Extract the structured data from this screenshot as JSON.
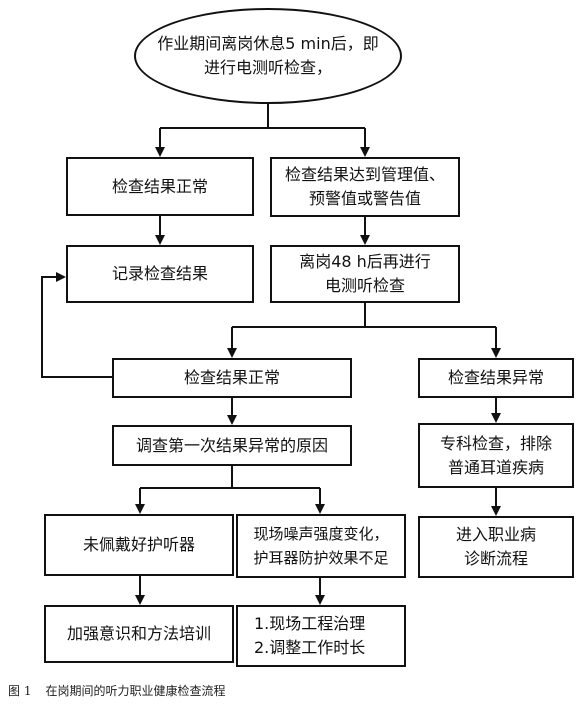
{
  "nodes": {
    "start": "作业期间离岗休息5 min后，即\n进行电测听检查，",
    "normal1": "检查结果正常",
    "reached": "检查结果达到管理值、\n预警值或警告值",
    "record": "记录检查结果",
    "recheck": "离岗48 h后再进行\n电测听检查",
    "normal2": "检查结果正常",
    "abnormal": "检查结果异常",
    "investigate": "调查第一次结果异常的原因",
    "specialist": "专科检查，排除\n普通耳道疾病",
    "no_protector": "未佩戴好护听器",
    "noise_change": "现场噪声强度变化，\n护耳器防护效果不足",
    "diagnosis": "进入职业病\n诊断流程",
    "training": "加强意识和方法培训",
    "remedy": "1.现场工程治理\n2.调整工作时长"
  },
  "caption": {
    "label": "图 1",
    "text": "在岗期间的听力职业健康检查流程"
  }
}
